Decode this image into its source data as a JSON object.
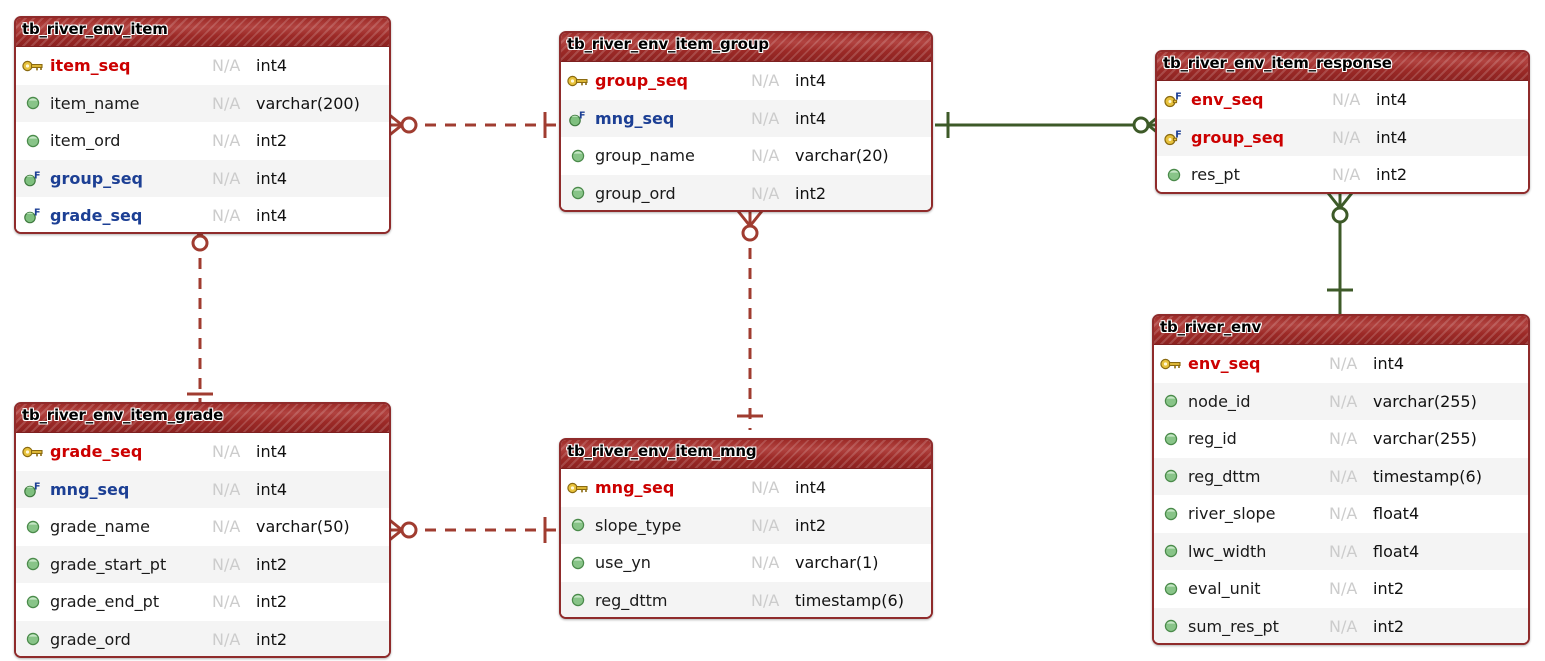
{
  "diagram": {
    "type": "er-diagram",
    "background": "#ffffff",
    "colors": {
      "table_border": "#8f2b2b",
      "header_red": "#9e2b28",
      "pk_text": "#cc0000",
      "fk_text": "#1c3f94",
      "null_text": "#cccccc",
      "relation_red": "#a03c30",
      "relation_green": "#3d5a28"
    },
    "tables": [
      {
        "id": "tb_river_env_item",
        "name": "tb_river_env_item",
        "columns": [
          {
            "icon": "primary-key-icon",
            "key": "pk",
            "name": "item_seq",
            "nullable": "N/A",
            "type": "int4"
          },
          {
            "icon": "column-icon",
            "key": "",
            "name": "item_name",
            "nullable": "N/A",
            "type": "varchar(200)"
          },
          {
            "icon": "column-icon",
            "key": "",
            "name": "item_ord",
            "nullable": "N/A",
            "type": "int2"
          },
          {
            "icon": "foreign-key-icon",
            "key": "fk",
            "name": "group_seq",
            "nullable": "N/A",
            "type": "int4"
          },
          {
            "icon": "foreign-key-icon",
            "key": "fk",
            "name": "grade_seq",
            "nullable": "N/A",
            "type": "int4"
          }
        ]
      },
      {
        "id": "tb_river_env_item_group",
        "name": "tb_river_env_item_group",
        "columns": [
          {
            "icon": "primary-key-icon",
            "key": "pk",
            "name": "group_seq",
            "nullable": "N/A",
            "type": "int4"
          },
          {
            "icon": "foreign-key-icon",
            "key": "fk",
            "name": "mng_seq",
            "nullable": "N/A",
            "type": "int4"
          },
          {
            "icon": "column-icon",
            "key": "",
            "name": "group_name",
            "nullable": "N/A",
            "type": "varchar(20)"
          },
          {
            "icon": "column-icon",
            "key": "",
            "name": "group_ord",
            "nullable": "N/A",
            "type": "int2"
          }
        ]
      },
      {
        "id": "tb_river_env_item_response",
        "name": "tb_river_env_item_response",
        "columns": [
          {
            "icon": "primary-foreign-key-icon",
            "key": "pk",
            "name": "env_seq",
            "nullable": "N/A",
            "type": "int4"
          },
          {
            "icon": "primary-foreign-key-icon",
            "key": "pk",
            "name": "group_seq",
            "nullable": "N/A",
            "type": "int4"
          },
          {
            "icon": "column-icon",
            "key": "",
            "name": "res_pt",
            "nullable": "N/A",
            "type": "int2"
          }
        ]
      },
      {
        "id": "tb_river_env",
        "name": "tb_river_env",
        "columns": [
          {
            "icon": "primary-key-icon",
            "key": "pk",
            "name": "env_seq",
            "nullable": "N/A",
            "type": "int4"
          },
          {
            "icon": "column-icon",
            "key": "",
            "name": "node_id",
            "nullable": "N/A",
            "type": "varchar(255)"
          },
          {
            "icon": "column-icon",
            "key": "",
            "name": "reg_id",
            "nullable": "N/A",
            "type": "varchar(255)"
          },
          {
            "icon": "column-icon",
            "key": "",
            "name": "reg_dttm",
            "nullable": "N/A",
            "type": "timestamp(6)"
          },
          {
            "icon": "column-icon",
            "key": "",
            "name": "river_slope",
            "nullable": "N/A",
            "type": "float4"
          },
          {
            "icon": "column-icon",
            "key": "",
            "name": "lwc_width",
            "nullable": "N/A",
            "type": "float4"
          },
          {
            "icon": "column-icon",
            "key": "",
            "name": "eval_unit",
            "nullable": "N/A",
            "type": "int2"
          },
          {
            "icon": "column-icon",
            "key": "",
            "name": "sum_res_pt",
            "nullable": "N/A",
            "type": "int2"
          }
        ]
      },
      {
        "id": "tb_river_env_item_grade",
        "name": "tb_river_env_item_grade",
        "columns": [
          {
            "icon": "primary-key-icon",
            "key": "pk",
            "name": "grade_seq",
            "nullable": "N/A",
            "type": "int4"
          },
          {
            "icon": "foreign-key-icon",
            "key": "fk",
            "name": "mng_seq",
            "nullable": "N/A",
            "type": "int4"
          },
          {
            "icon": "column-icon",
            "key": "",
            "name": "grade_name",
            "nullable": "N/A",
            "type": "varchar(50)"
          },
          {
            "icon": "column-icon",
            "key": "",
            "name": "grade_start_pt",
            "nullable": "N/A",
            "type": "int2"
          },
          {
            "icon": "column-icon",
            "key": "",
            "name": "grade_end_pt",
            "nullable": "N/A",
            "type": "int2"
          },
          {
            "icon": "column-icon",
            "key": "",
            "name": "grade_ord",
            "nullable": "N/A",
            "type": "int2"
          }
        ]
      },
      {
        "id": "tb_river_env_item_mng",
        "name": "tb_river_env_item_mng",
        "columns": [
          {
            "icon": "primary-key-icon",
            "key": "pk",
            "name": "mng_seq",
            "nullable": "N/A",
            "type": "int4"
          },
          {
            "icon": "column-icon",
            "key": "",
            "name": "slope_type",
            "nullable": "N/A",
            "type": "int2"
          },
          {
            "icon": "column-icon",
            "key": "",
            "name": "use_yn",
            "nullable": "N/A",
            "type": "varchar(1)"
          },
          {
            "icon": "column-icon",
            "key": "",
            "name": "reg_dttm",
            "nullable": "N/A",
            "type": "timestamp(6)"
          }
        ]
      }
    ],
    "relationships": [
      {
        "id": "rel-item-to-group",
        "from": "tb_river_env_item",
        "to": "tb_river_env_item_group",
        "style": "dashed",
        "color": "#a03c30",
        "from_cardinality": "zero-or-many",
        "to_cardinality": "one"
      },
      {
        "id": "rel-item-to-grade",
        "from": "tb_river_env_item",
        "to": "tb_river_env_item_grade",
        "style": "dashed",
        "color": "#a03c30",
        "from_cardinality": "zero-or-many",
        "to_cardinality": "one"
      },
      {
        "id": "rel-group-to-mng",
        "from": "tb_river_env_item_group",
        "to": "tb_river_env_item_mng",
        "style": "dashed",
        "color": "#a03c30",
        "from_cardinality": "zero-or-many",
        "to_cardinality": "one"
      },
      {
        "id": "rel-response-to-group",
        "from": "tb_river_env_item_response",
        "to": "tb_river_env_item_group",
        "style": "solid",
        "color": "#3d5a28",
        "from_cardinality": "zero-or-many",
        "to_cardinality": "one"
      },
      {
        "id": "rel-response-to-env",
        "from": "tb_river_env_item_response",
        "to": "tb_river_env",
        "style": "solid",
        "color": "#3d5a28",
        "from_cardinality": "zero-or-many",
        "to_cardinality": "one"
      },
      {
        "id": "rel-grade-to-mng",
        "from": "tb_river_env_item_grade",
        "to": "tb_river_env_item_mng",
        "style": "dashed",
        "color": "#a03c30",
        "from_cardinality": "zero-or-many",
        "to_cardinality": "one"
      }
    ]
  }
}
